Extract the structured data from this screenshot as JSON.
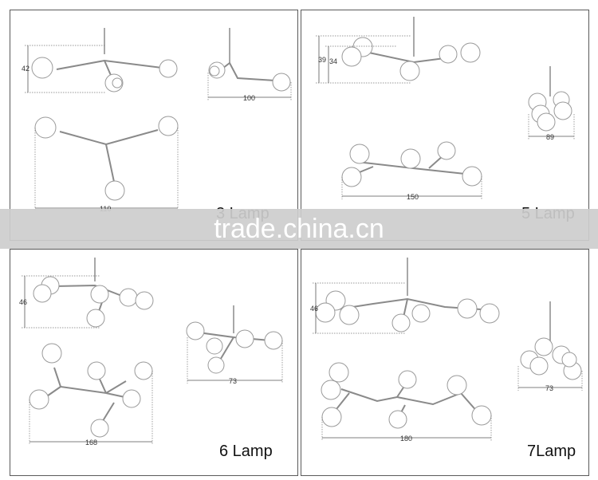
{
  "panels": [
    {
      "title": "3 Lamp",
      "dims": {
        "height": "42",
        "width_top": "100",
        "width_bottom": "110"
      }
    },
    {
      "title": "5 Lamp",
      "dims": {
        "height_outer": "39",
        "height_inner": "34",
        "width_right": "89",
        "width_bottom": "150"
      }
    },
    {
      "title": "6 Lamp",
      "dims": {
        "height": "46",
        "width_right": "73",
        "width_bottom": "168"
      }
    },
    {
      "title": "7Lamp",
      "dims": {
        "height": "46",
        "width_right": "73",
        "width_bottom": "180"
      }
    }
  ],
  "watermark": "trade.china.cn"
}
